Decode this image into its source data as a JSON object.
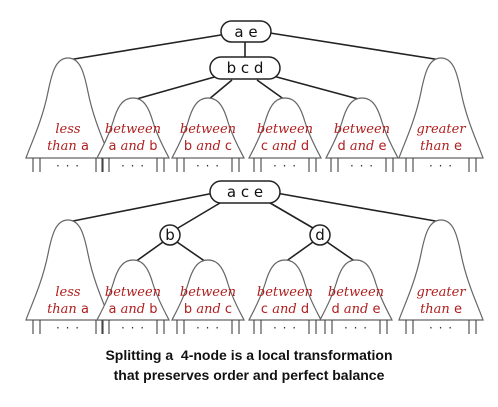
{
  "top": {
    "root_keys": "a e",
    "four_node_keys": "b c d",
    "subtrees": [
      {
        "line1": "less",
        "line2_word": "than",
        "line2_key": "a",
        "dots": "· · ·"
      },
      {
        "line1": "between",
        "line2_key1": "a",
        "line2_word": "and",
        "line2_key2": "b",
        "dots": "· · ·"
      },
      {
        "line1": "between",
        "line2_key1": "b",
        "line2_word": "and",
        "line2_key2": "c",
        "dots": "· · ·"
      },
      {
        "line1": "between",
        "line2_key1": "c",
        "line2_word": "and",
        "line2_key2": "d",
        "dots": "· · ·"
      },
      {
        "line1": "between",
        "line2_key1": "d",
        "line2_word": "and",
        "line2_key2": "e",
        "dots": "· · ·"
      },
      {
        "line1": "greater",
        "line2_word": "than",
        "line2_key": "e",
        "dots": "· · ·"
      }
    ]
  },
  "bottom": {
    "root_keys": "a c e",
    "left_child_key": "b",
    "right_child_key": "d",
    "subtrees": [
      {
        "line1": "less",
        "line2_word": "than",
        "line2_key": "a",
        "dots": "· · ·"
      },
      {
        "line1": "between",
        "line2_key1": "a",
        "line2_word": "and",
        "line2_key2": "b",
        "dots": "· · ·"
      },
      {
        "line1": "between",
        "line2_key1": "b",
        "line2_word": "and",
        "line2_key2": "c",
        "dots": "· · ·"
      },
      {
        "line1": "between",
        "line2_key1": "c",
        "line2_word": "and",
        "line2_key2": "d",
        "dots": "· · ·"
      },
      {
        "line1": "between",
        "line2_key1": "d",
        "line2_word": "and",
        "line2_key2": "e",
        "dots": "· · ·"
      },
      {
        "line1": "greater",
        "line2_word": "than",
        "line2_key": "e",
        "dots": "· · ·"
      }
    ]
  },
  "caption": {
    "line1": "Splitting a  4-node is a local transformation",
    "line2": "that preserves order and perfect balance"
  },
  "colors": {
    "subtree_text": "#b01e1e",
    "node_stroke": "#222222",
    "subtree_outline": "#666666"
  }
}
